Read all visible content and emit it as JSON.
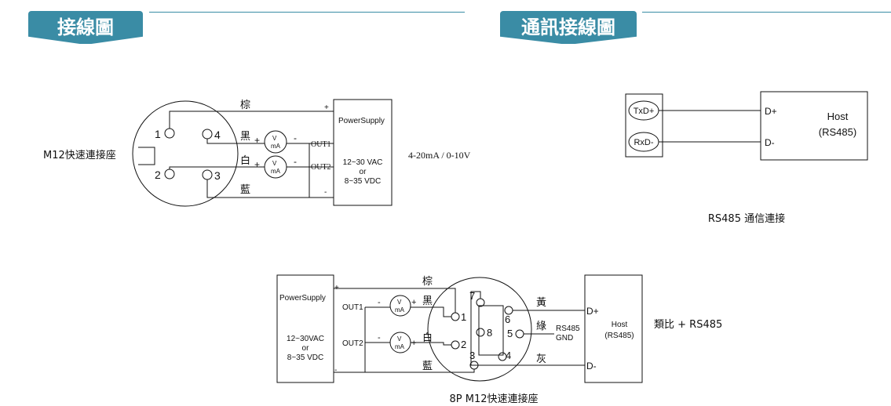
{
  "headers": {
    "wiring": "接線圖",
    "comm": "通訊接線圖"
  },
  "left": {
    "connector_label": "M12快速連接座",
    "pins": [
      "1",
      "4",
      "2",
      "3"
    ],
    "wires": {
      "brown": "棕",
      "black": "黑",
      "white": "白",
      "blue": "藍"
    },
    "meter": [
      "V",
      "mA"
    ],
    "plus": "+",
    "minus": "-",
    "out1": "OUT1",
    "out2": "OUT2",
    "power_title": "PowerSupply",
    "power_lines": [
      "12~30 VAC",
      "or",
      "8~35 VDC"
    ],
    "signal": "4-20mA / 0-10V"
  },
  "rs485": {
    "txd": "TxD+",
    "rxd": "RxD-",
    "dplus": "D+",
    "dminus": "D-",
    "host": [
      "Host",
      "(RS485)"
    ],
    "caption": "RS485 通信連接"
  },
  "bottom": {
    "power_title": "PowerSupply",
    "power_lines": [
      "12~30VAC",
      "or",
      "8~35 VDC"
    ],
    "out1": "OUT1",
    "out2": "OUT2",
    "wires": {
      "brown": "棕",
      "black": "黑",
      "white": "白",
      "blue": "藍",
      "yellow": "黃",
      "green": "綠",
      "gray": "灰"
    },
    "pins": [
      "7",
      "1",
      "8",
      "2",
      "3",
      "6",
      "5",
      "4"
    ],
    "rs485_gnd": [
      "RS485",
      "GND"
    ],
    "dplus": "D+",
    "dminus": "D-",
    "host": [
      "Host",
      "(RS485)"
    ],
    "side_note": "類比 + RS485",
    "caption": "8P M12快速連接座"
  }
}
